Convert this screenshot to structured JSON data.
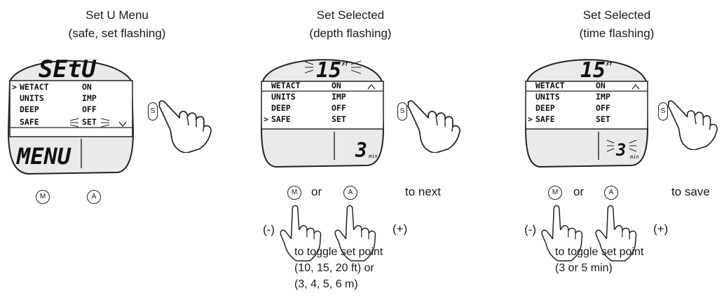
{
  "panels": [
    {
      "caption_line1": "Set U Menu",
      "caption_line2": "(safe, set flashing)",
      "display_top": "SEtU",
      "rows": [
        {
          "marker": ">",
          "label": "WETACT",
          "value": "ON"
        },
        {
          "marker": "",
          "label": "UNITS",
          "value": "IMP"
        },
        {
          "marker": "",
          "label": "DEEP",
          "value": "OFF"
        },
        {
          "marker": "",
          "label": "SAFE",
          "value": "SET"
        }
      ],
      "display_bottom": "MENU",
      "button_m": "M",
      "button_a": "A",
      "button_s": "S"
    },
    {
      "caption_line1": "Set Selected",
      "caption_line2": "(depth flashing)",
      "display_top": "15",
      "display_top_unit": "FT",
      "rows": [
        {
          "marker": "",
          "label": "WETACT",
          "value": "ON"
        },
        {
          "marker": "",
          "label": "UNITS",
          "value": "IMP"
        },
        {
          "marker": "",
          "label": "DEEP",
          "value": "OFF"
        },
        {
          "marker": ">",
          "label": "SAFE",
          "value": "SET"
        }
      ],
      "display_bottom": "3",
      "display_bottom_unit": "min",
      "button_m": "M",
      "button_a": "A",
      "button_s": "S",
      "or_label": "or",
      "next_label": "to next",
      "minus_label": "(-)",
      "plus_label": "(+)",
      "note_line1": "to toggle set point",
      "note_line2": "(10, 15, 20 ft) or",
      "note_line3": "(3, 4, 5, 6 m)"
    },
    {
      "caption_line1": "Set Selected",
      "caption_line2": "(time flashing)",
      "display_top": "15",
      "display_top_unit": "FT",
      "rows": [
        {
          "marker": "",
          "label": "WETACT",
          "value": "ON"
        },
        {
          "marker": "",
          "label": "UNITS",
          "value": "IMP"
        },
        {
          "marker": "",
          "label": "DEEP",
          "value": "OFF"
        },
        {
          "marker": ">",
          "label": "SAFE",
          "value": "SET"
        }
      ],
      "display_bottom": "3",
      "display_bottom_unit": "min",
      "button_m": "M",
      "button_a": "A",
      "button_s": "S",
      "or_label": "or",
      "next_label": "to save",
      "minus_label": "(-)",
      "plus_label": "(+)",
      "note_line1": "to toggle set point",
      "note_line2": "(3 or 5 min)"
    }
  ]
}
